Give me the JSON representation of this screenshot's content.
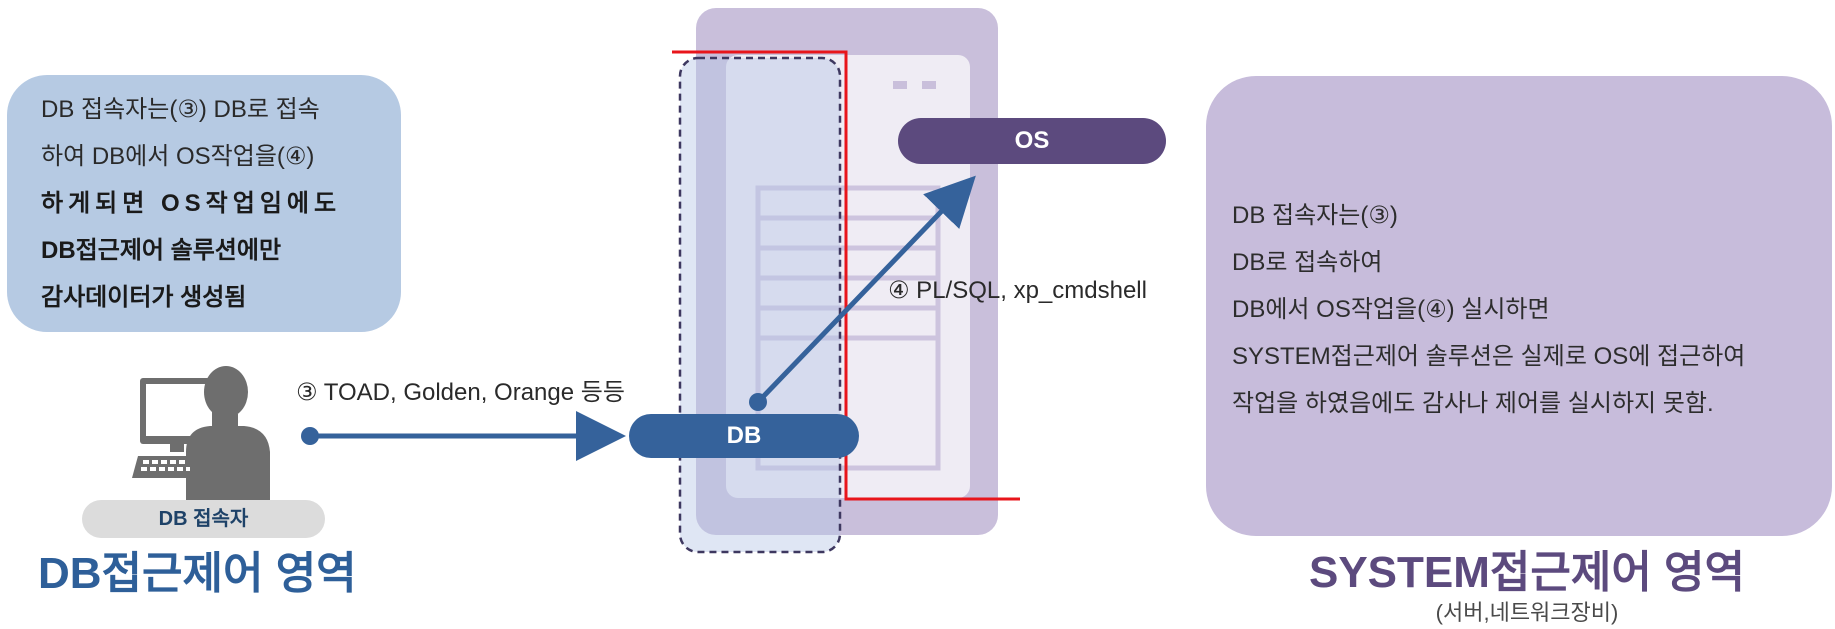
{
  "left_note": {
    "lines": [
      "DB 접속자는(③) DB로 접속",
      "하여 DB에서 OS작업을(④)",
      "하게되면 OS작업임에도",
      "DB접근제어 솔루션에만",
      "감사데이터가 생성됨"
    ]
  },
  "right_note": {
    "lines": [
      "DB 접속자는(③)",
      "DB로 접속하여",
      "DB에서 OS작업을(④) 실시하면",
      "SYSTEM접근제어 솔루션은 실제로 OS에 접근하여",
      "작업을 하였음에도 감사나 제어를 실시하지 못함."
    ]
  },
  "server": {
    "os_label": "OS",
    "db_label": "DB"
  },
  "arrows": {
    "toad_label": "③ TOAD, Golden, Orange 등등",
    "plsql_label": "④ PL/SQL, xp_cmdshell"
  },
  "user": {
    "label": "DB 접속자"
  },
  "titles": {
    "left": "DB접근제어 영역",
    "right": "SYSTEM접근제어 영역",
    "right_sub": "(서버,네트워크장비)"
  },
  "colors": {
    "db_blue": "#35629b",
    "os_purple": "#5c4a7e",
    "left_box_bg": "#b6cae3",
    "right_box_bg": "#c7bcdb",
    "red_line": "#e8151b",
    "server_bg": "#c9bfdb"
  }
}
